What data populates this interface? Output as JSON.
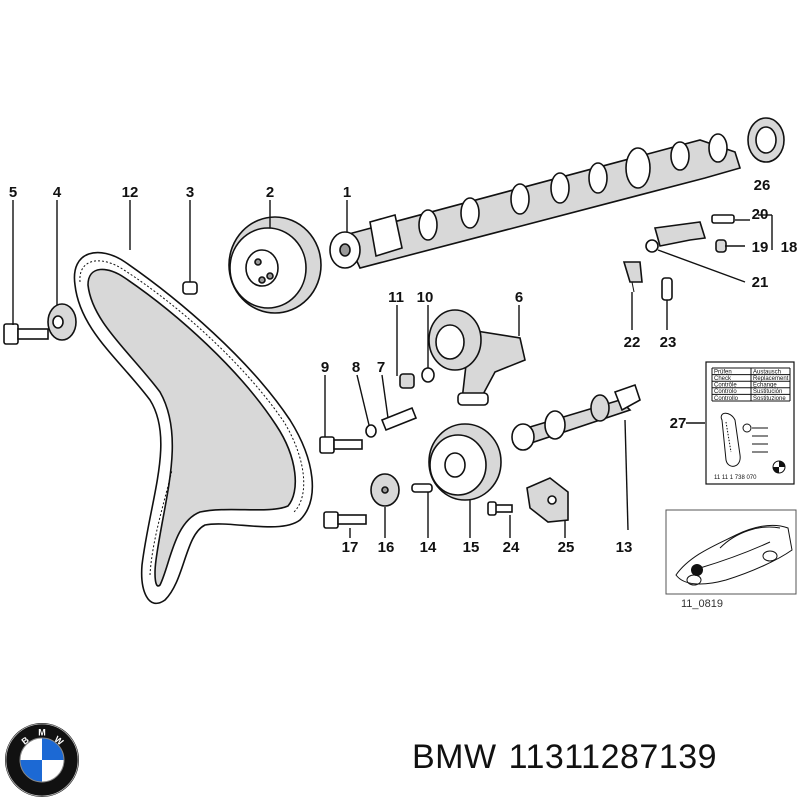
{
  "callouts": {
    "c1": "1",
    "c2": "2",
    "c3": "3",
    "c4": "4",
    "c5": "5",
    "c6": "6",
    "c7": "7",
    "c8": "8",
    "c9": "9",
    "c10": "10",
    "c11": "11",
    "c12": "12",
    "c13": "13",
    "c14": "14",
    "c15": "15",
    "c16": "16",
    "c17": "17",
    "c18": "18",
    "c19": "19",
    "c20": "20",
    "c21": "21",
    "c22": "22",
    "c23": "23",
    "c24": "24",
    "c25": "25",
    "c26": "26",
    "c27": "27"
  },
  "instruction_card": {
    "rows": [
      [
        "Prüfen",
        "Austausch"
      ],
      [
        "Check",
        "Replacement"
      ],
      [
        "Contrôle",
        "Echange"
      ],
      [
        "Controlo",
        "Sustitución"
      ],
      [
        "Controllo",
        "Sostituzione"
      ]
    ],
    "code": "11 11 1 738 070"
  },
  "reference_code": "11_0819",
  "footer": {
    "brand": "BMW",
    "part_number": "11311287139",
    "logo_letters": [
      "B",
      "M",
      "W"
    ],
    "logo_colors": {
      "blue": "#1c69d4",
      "white": "#ffffff",
      "ring": "#111111"
    }
  }
}
